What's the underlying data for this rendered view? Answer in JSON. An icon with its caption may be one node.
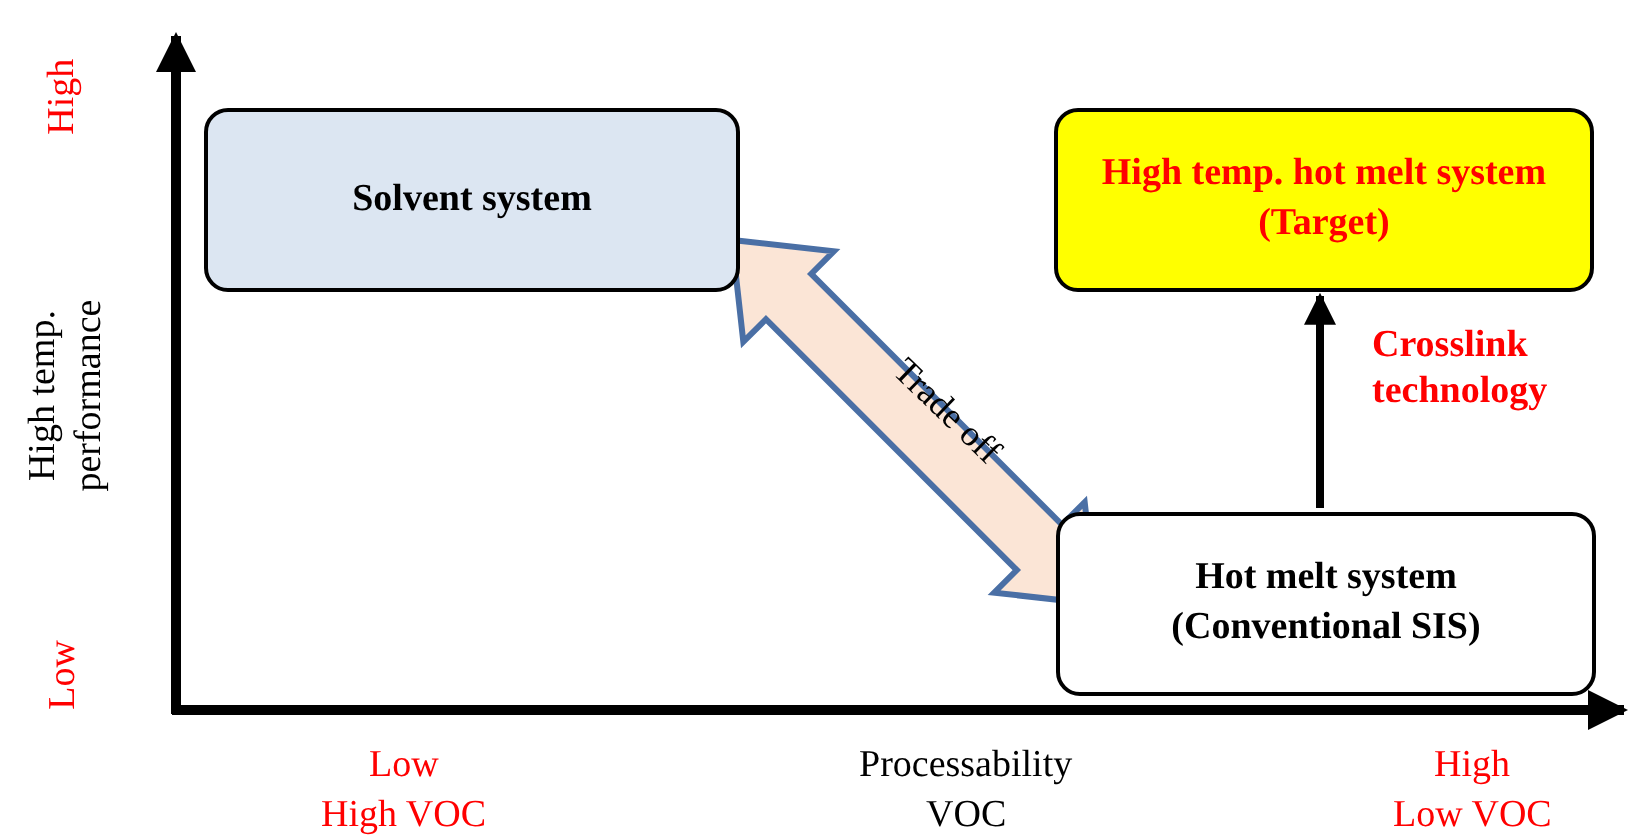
{
  "diagram": {
    "nodes": [
      {
        "text": [
          "Solvent system"
        ]
      },
      {
        "text": [
          "High temp. hot melt system (Target)"
        ]
      },
      {
        "text": [
          "Hot melt system (Conventional SIS)"
        ]
      }
    ],
    "edges": [
      {
        "from": 0,
        "to": 2,
        "arrow": "both",
        "label": "Trade off",
        "style": "thick",
        "color": "#fbe5d6"
      },
      {
        "from": 2,
        "to": 1,
        "arrow": "to",
        "label": "Crosslink technology"
      }
    ],
    "labels": [
      "High",
      "High temp. performance",
      "Low",
      "Low",
      "High VOC",
      "Processability",
      "VOC",
      "High",
      "Low VOC"
    ]
  }
}
